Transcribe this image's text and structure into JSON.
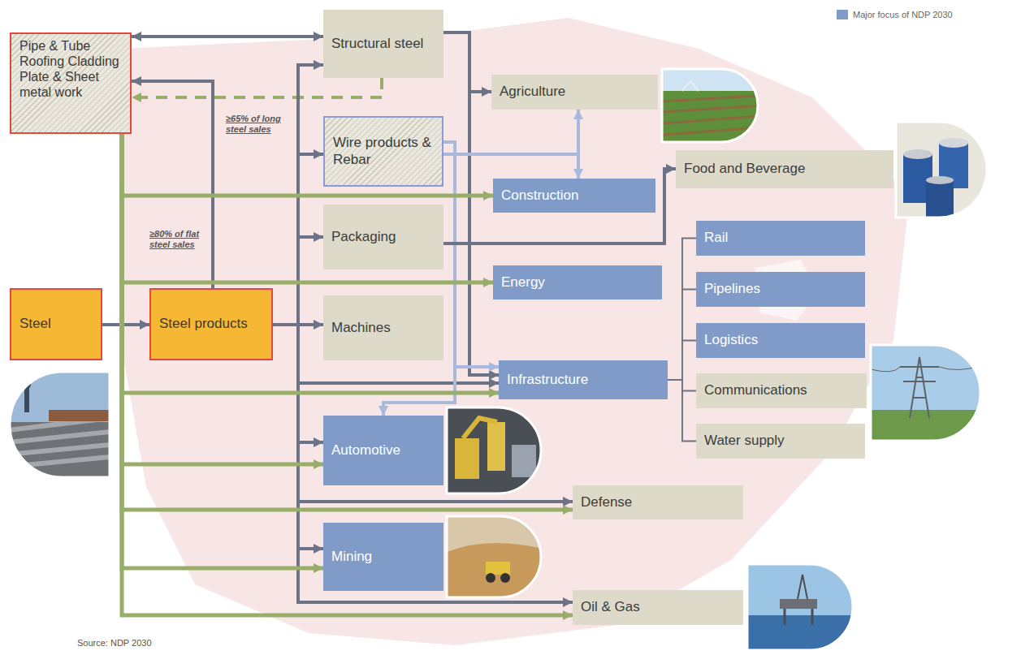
{
  "diagram": {
    "caption": "Source: NDP 2030",
    "nodes": [
      {
        "text": [
          "Pipe & Tube Roofing Cladding Plate & Sheet metal work"
        ]
      },
      {
        "text": [
          "Structural steel"
        ]
      },
      {
        "text": [
          "Agriculture"
        ]
      },
      {
        "text": [
          "Wire products & Rebar"
        ]
      },
      {
        "text": [
          "Food and Beverage"
        ]
      },
      {
        "text": [
          "Construction"
        ]
      },
      {
        "text": [
          "Packaging"
        ]
      },
      {
        "text": [
          "Rail"
        ]
      },
      {
        "text": [
          "Pipelines"
        ]
      },
      {
        "text": [
          "Energy"
        ]
      },
      {
        "text": [
          "Steel"
        ]
      },
      {
        "text": [
          "Steel products"
        ]
      },
      {
        "text": [
          "Machines"
        ]
      },
      {
        "text": [
          "Logistics"
        ]
      },
      {
        "text": [
          "Infrastructure"
        ]
      },
      {
        "text": [
          "Communications"
        ]
      },
      {
        "text": [
          "Water supply"
        ]
      },
      {
        "text": [
          "Automotive"
        ]
      },
      {
        "text": [
          "Defense"
        ]
      },
      {
        "text": [
          "Mining"
        ]
      },
      {
        "text": [
          "Oil & Gas"
        ]
      }
    ],
    "edges": [
      {
        "from": 10,
        "to": 11,
        "arrow": "to"
      },
      {
        "from": 11,
        "to": 0,
        "arrow": "to",
        "label": "≥80% of flat steel sales"
      },
      {
        "from": 0,
        "to": 1,
        "arrow": "both"
      },
      {
        "from": 1,
        "to": 0,
        "arrow": "to"
      },
      {
        "from": 11,
        "to": 1,
        "arrow": "to"
      },
      {
        "from": 11,
        "to": 3,
        "arrow": "to",
        "label": "≥65% of long steel sales"
      },
      {
        "from": 11,
        "to": 6,
        "arrow": "to"
      },
      {
        "from": 11,
        "to": 12,
        "arrow": "to"
      },
      {
        "from": 11,
        "to": 14,
        "arrow": "to"
      },
      {
        "from": 11,
        "to": 17,
        "arrow": "to"
      },
      {
        "from": 11,
        "to": 18,
        "arrow": "to"
      },
      {
        "from": 11,
        "to": 19,
        "arrow": "to"
      },
      {
        "from": 11,
        "to": 20,
        "arrow": "to"
      },
      {
        "from": 1,
        "to": 2,
        "arrow": "to"
      },
      {
        "from": 1,
        "to": 14,
        "arrow": "to"
      },
      {
        "from": 3,
        "to": 2,
        "arrow": "to"
      },
      {
        "from": 3,
        "to": 5,
        "arrow": "to"
      },
      {
        "from": 3,
        "to": 14,
        "arrow": "to"
      },
      {
        "from": 3,
        "to": 17,
        "arrow": "to"
      },
      {
        "from": 6,
        "to": 4,
        "arrow": "to"
      },
      {
        "from": 14,
        "to": 7,
        "arrow": "none"
      },
      {
        "from": 14,
        "to": 8,
        "arrow": "none"
      },
      {
        "from": 14,
        "to": 13,
        "arrow": "none"
      },
      {
        "from": 14,
        "to": 15,
        "arrow": "none"
      },
      {
        "from": 14,
        "to": 16,
        "arrow": "none"
      },
      {
        "from": 0,
        "to": 5,
        "arrow": "to"
      },
      {
        "from": 0,
        "to": 9,
        "arrow": "to"
      },
      {
        "from": 0,
        "to": 14,
        "arrow": "to"
      },
      {
        "from": 0,
        "to": 17,
        "arrow": "to"
      },
      {
        "from": 0,
        "to": 18,
        "arrow": "to"
      },
      {
        "from": 0,
        "to": 19,
        "arrow": "to"
      },
      {
        "from": 0,
        "to": 20,
        "arrow": "to"
      }
    ],
    "legend": [
      {
        "text": "Major focus of NDP 2030",
        "color": "#809bc8"
      }
    ]
  }
}
